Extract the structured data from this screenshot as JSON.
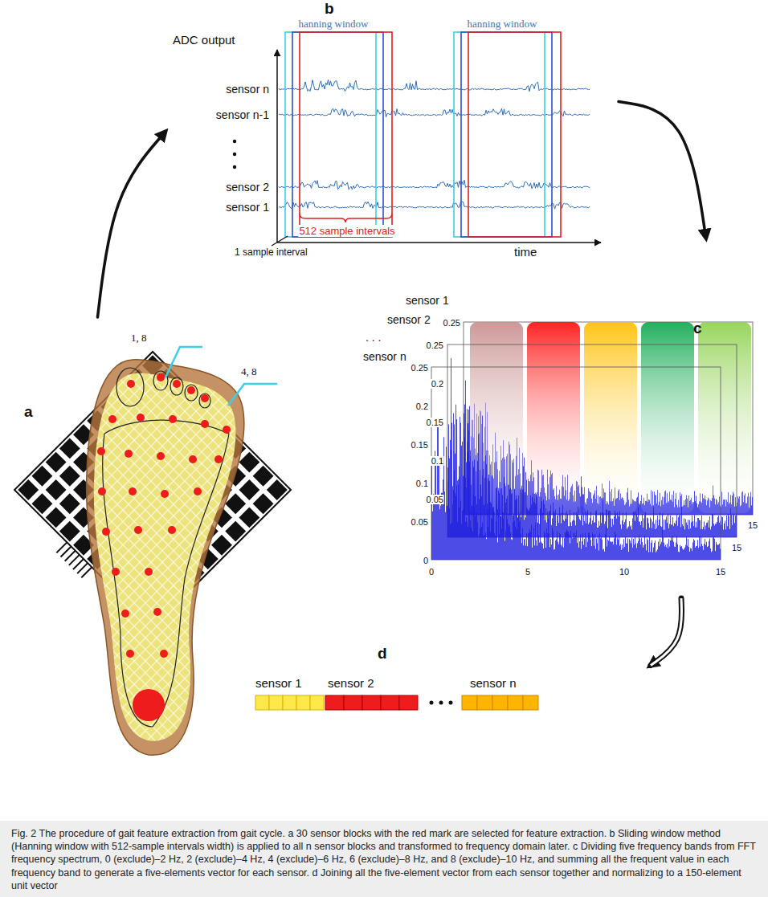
{
  "diagram": {
    "caption": "Fig. 2 The procedure of gait feature extraction from gait cycle. a 30 sensor blocks with the red mark are selected for feature extraction. b Sliding window method (Hanning window with 512-sample intervals width) is applied to all n sensor blocks and transformed to frequency domain later. c Dividing five frequency bands from FFT frequency spectrum, 0 (exclude)–2 Hz, 2 (exclude)–4 Hz, 4 (exclude)–6 Hz, 6 (exclude)–8 Hz, and 8 (exclude)–10 Hz, and summing all the frequent value in each frequency band to generate a five-elements vector for each sensor. d Joining all the five-element vector from each sensor together and normalizing to a 150-element unit vector",
    "nodes": [
      {
        "text": [
          "a"
        ]
      },
      {
        "text": [
          "b"
        ]
      },
      {
        "text": [
          "c"
        ]
      },
      {
        "text": [
          "d"
        ]
      }
    ],
    "edges": [
      {
        "from": 0,
        "to": 1,
        "arrow": "to"
      },
      {
        "from": 1,
        "to": 2,
        "arrow": "to"
      },
      {
        "from": 2,
        "to": 3,
        "arrow": "to"
      }
    ],
    "labels": [
      "ADC output",
      "sensor n",
      "sensor n-1",
      "sensor 2",
      "sensor 1",
      "hanning window",
      "hanning window",
      "512 sample intervals",
      "1 sample interval",
      "time",
      "1, 8",
      "4, 8",
      "sensor 1",
      "sensor 2",
      ". . .",
      "sensor n",
      "0.25",
      "0.2",
      "0.15",
      "0.1",
      "0.05",
      "0",
      "0",
      "5",
      "10",
      "15",
      "0.25",
      "0.2",
      "0.15",
      "0.1",
      "0.05",
      "15",
      "0.25",
      "15",
      "sensor 1",
      "sensor 2",
      "sensor n"
    ]
  }
}
